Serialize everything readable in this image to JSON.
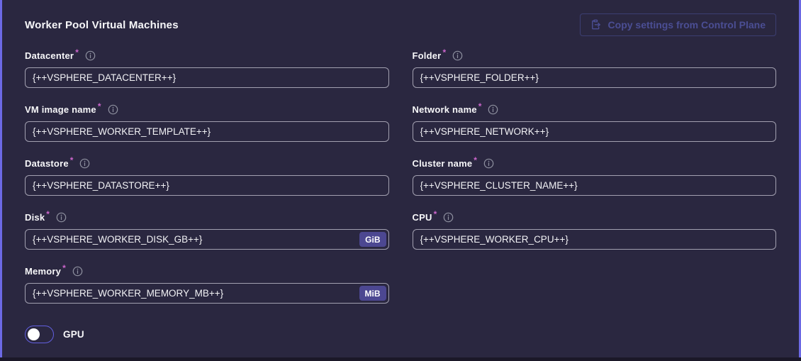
{
  "panel": {
    "title": "Worker Pool Virtual Machines",
    "copy_button_label": "Copy settings from Control Plane"
  },
  "ui": {
    "required_marker": "*"
  },
  "fields": {
    "left": [
      {
        "label": "Datacenter",
        "required": true,
        "value": "{++VSPHERE_DATACENTER++}"
      },
      {
        "label": "VM image name",
        "required": true,
        "value": "{++VSPHERE_WORKER_TEMPLATE++}"
      },
      {
        "label": "Datastore",
        "required": true,
        "value": "{++VSPHERE_DATASTORE++}"
      },
      {
        "label": "Disk",
        "required": true,
        "value": "{++VSPHERE_WORKER_DISK_GB++}",
        "unit": "GiB"
      },
      {
        "label": "Memory",
        "required": true,
        "value": "{++VSPHERE_WORKER_MEMORY_MB++}",
        "unit": "MiB"
      }
    ],
    "right": [
      {
        "label": "Folder",
        "required": true,
        "value": "{++VSPHERE_FOLDER++}"
      },
      {
        "label": "Network name",
        "required": true,
        "value": "{++VSPHERE_NETWORK++}"
      },
      {
        "label": "Cluster name",
        "required": true,
        "value": "{++VSPHERE_CLUSTER_NAME++}"
      },
      {
        "label": "CPU",
        "required": true,
        "value": "{++VSPHERE_WORKER_CPU++}"
      }
    ]
  },
  "gpu_toggle": {
    "label": "GPU",
    "state": "off"
  },
  "colors": {
    "card_background": "#2a2740",
    "accent_border": "#6c69e4",
    "input_border": "#a2a0b0",
    "required_asterisk": "#cc66cc",
    "unit_badge": "#4c4791",
    "muted_button": "#4b4e94",
    "toggle_border": "#625fe0"
  }
}
